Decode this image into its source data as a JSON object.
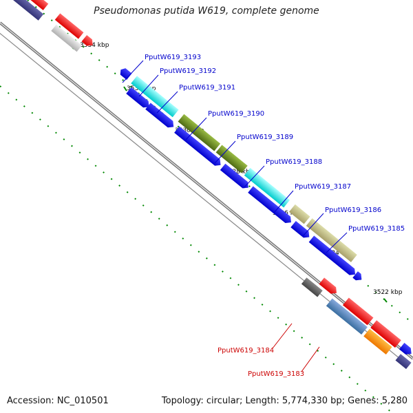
{
  "title": "Pseudomonas putida W619, complete genome",
  "footer": {
    "accession": "Accession: NC_010501",
    "summary": "Topology: circular; Length: 5,774,330 bp; Genes: 5,280"
  },
  "colors": {
    "label_default": "#0000cc",
    "label_highlight": "#cc0000",
    "tick": "#008800",
    "backbone": "#777777"
  },
  "scale_ticks": [
    {
      "label": "3534 kbp"
    },
    {
      "label": "3532 kbp"
    },
    {
      "label": "3530 kbp"
    },
    {
      "label": "3528 kbp"
    },
    {
      "label": "3526 kbp"
    },
    {
      "label": "3524 kbp"
    },
    {
      "label": "3522 kbp"
    }
  ],
  "gene_labels": [
    {
      "name": "PputW619_3193",
      "highlight": false
    },
    {
      "name": "PputW619_3192",
      "highlight": false
    },
    {
      "name": "PputW619_3191",
      "highlight": false
    },
    {
      "name": "PputW619_3190",
      "highlight": false
    },
    {
      "name": "PputW619_3189",
      "highlight": false
    },
    {
      "name": "PputW619_3188",
      "highlight": false
    },
    {
      "name": "PputW619_3187",
      "highlight": false
    },
    {
      "name": "PputW619_3186",
      "highlight": false
    },
    {
      "name": "PputW619_3185",
      "highlight": false
    },
    {
      "name": "PputW619_3184",
      "highlight": true
    },
    {
      "name": "PputW619_3183",
      "highlight": true
    }
  ]
}
